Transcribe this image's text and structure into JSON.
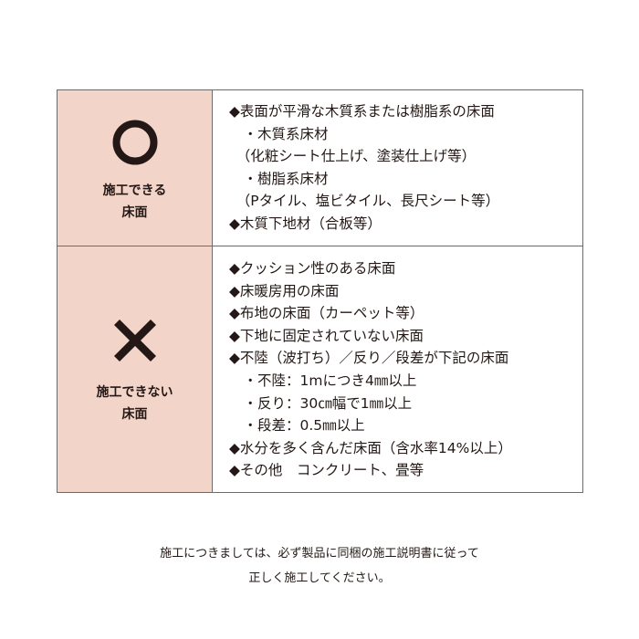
{
  "allowed": {
    "symbol": "circle-mark",
    "label_lines": [
      "施工できる",
      "床面"
    ],
    "lines": [
      "◆表面が平滑な木質系または樹脂系の床面",
      "　・木質系床材",
      "　（化粧シート仕上げ、塗装仕上げ等）",
      "　・樹脂系床材",
      "　（Pタイル、塩ビタイル、長尺シート等）",
      "◆木質下地材（合板等）"
    ]
  },
  "not_allowed": {
    "symbol": "cross-mark",
    "label_lines": [
      "施工できない",
      "床面"
    ],
    "lines": [
      "◆クッション性のある床面",
      "◆床暖房用の床面",
      "◆布地の床面（カーペット等）",
      "◆下地に固定されていない床面",
      "◆不陸（波打ち）／反り／段差が下記の床面",
      "　・不陸：1mにつき4㎜以上",
      "　・反り：30㎝幅で1㎜以上",
      "　・段差：0.5㎜以上",
      "◆水分を多く含んだ床面（含水率14%以上）",
      "◆その他　コンクリート、畳等"
    ]
  },
  "footer": {
    "line1": "施工につきましては、必ず製品に同梱の施工説明書に従って",
    "line2": "正しく施工してください。"
  },
  "colors": {
    "label_background": "#f3d4c8",
    "border": "#6b6b6b",
    "text": "#231815"
  }
}
